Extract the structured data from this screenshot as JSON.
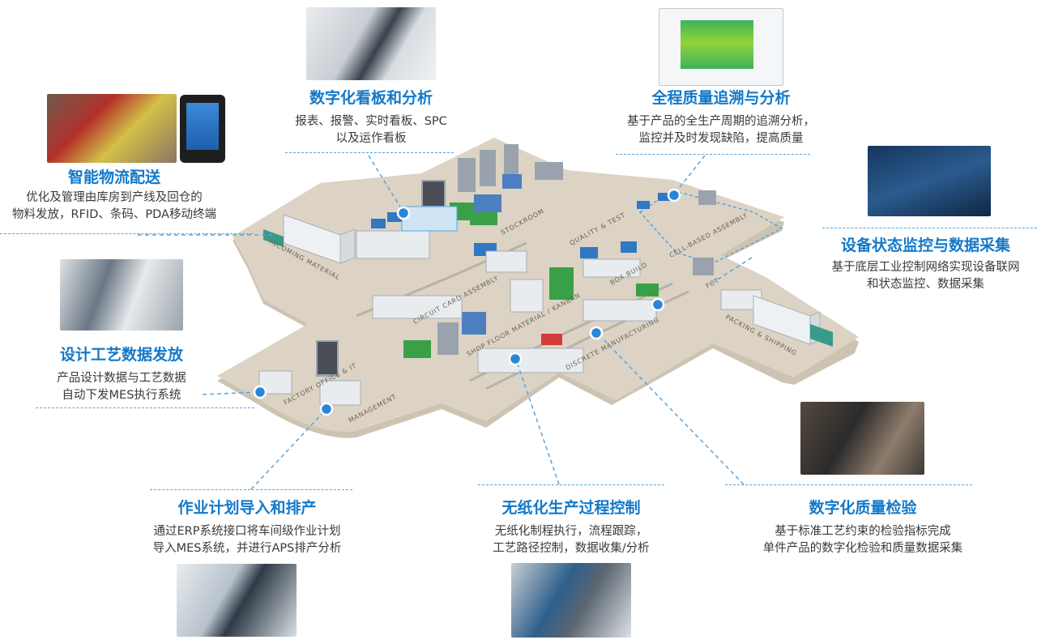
{
  "callouts": {
    "logistics": {
      "title": "智能物流配送",
      "lines": [
        "优化及管理由库房到产线及回仓的",
        "物料发放，RFID、条码、PDA移动终端"
      ]
    },
    "kanban": {
      "title": "数字化看板和分析",
      "lines": [
        "报表、报警、实时看板、SPC",
        "以及运作看板"
      ]
    },
    "quality_trace": {
      "title": "全程质量追溯与分析",
      "lines": [
        "基于产品的全生产周期的追溯分析，",
        "监控并及时发现缺陷，提高质量"
      ]
    },
    "equipment": {
      "title": "设备状态监控与数据采集",
      "lines": [
        "基于底层工业控制网络实现设备联网",
        "和状态监控、数据采集"
      ]
    },
    "design_data": {
      "title": "设计工艺数据发放",
      "lines": [
        "产品设计数据与工艺数据",
        "自动下发MES执行系统"
      ]
    },
    "scheduling": {
      "title": "作业计划导入和排产",
      "lines": [
        "通过ERP系统接口将车间级作业计划",
        "导入MES系统，并进行APS排产分析"
      ]
    },
    "paperless": {
      "title": "无纸化生产过程控制",
      "lines": [
        "无纸化制程执行，流程跟踪，",
        "工艺路径控制，数据收集/分析"
      ]
    },
    "inspection": {
      "title": "数字化质量检验",
      "lines": [
        "基于标准工艺约束的检验指标完成",
        "单件产品的数字化检验和质量数据采集"
      ]
    }
  },
  "zones": {
    "incoming": "INCOMING MATERIAL",
    "stockroom": "STOCKROOM",
    "quality_test": "QUALITY & TEST",
    "cell_assembly": "CELL-BASED ASSEMBLY",
    "circuit_card": "CIRCUIT CARD ASSEMBLY",
    "box_build": "BOX BUILD",
    "fct": "FCT",
    "packing": "PACKING & SHIPPING",
    "shop_floor": "SHOP FLOOR MATERIAL / KANBAN",
    "discrete": "DISCRETE MANUFACTURING",
    "office": "FACTORY OFFICE & IT",
    "management": "MANAGEMENT"
  },
  "colors": {
    "accent": "#1479c9",
    "dot": "#2a86d8",
    "floor": "#d9d0c1",
    "text": "#3a3a3a"
  }
}
